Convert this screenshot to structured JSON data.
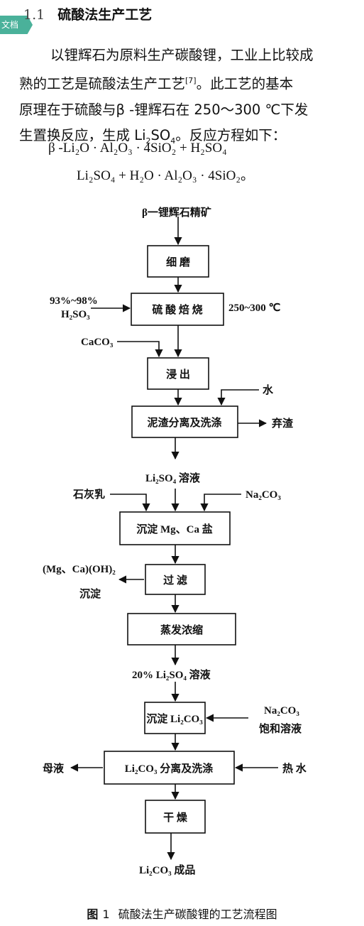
{
  "badge": "文档",
  "heading": {
    "number": "1.1",
    "title": "硫酸法生产工艺"
  },
  "paragraph": {
    "line1": "以锂辉石为原料生产碳酸锂，工业上比较成",
    "line2": "熟的工艺是硫酸法生产工艺",
    "ref": "[7]",
    "line2b": "。此工艺的基本",
    "line3": "原理在于硫酸与β -锂辉石在 250～300 ℃下发",
    "line4a": "生置换反应，生成 Li",
    "line4sub": "2",
    "line4b": "SO",
    "line4sub2": "4",
    "line4c": "。反应方程如下："
  },
  "equation": {
    "line1": "β -Li₂O · Al₂O₃ · 4SiO₂ + H₂SO₄",
    "line2": "Li₂SO₄ + H₂O · Al₂O₃ · 4SiO₂。"
  },
  "flow": {
    "start": "β一锂辉石精矿",
    "boxes": [
      "细 磨",
      "硫 酸 焙 烧",
      "浸 出",
      "泥渣分离及洗涤",
      "沉淀 Mg、Ca 盐",
      "过 滤",
      "蒸发浓缩",
      "沉淀 Li₂CO₃",
      "Li₂CO₃ 分离及洗涤",
      "干 燥"
    ],
    "acid_input": [
      "93%~98%",
      "H₂SO₃"
    ],
    "temperature": "250~300 ℃",
    "caco3": "CaCO₃",
    "water": "水",
    "waste": "弃渣",
    "li2so4_solution": "Li₂SO₄ 溶液",
    "lime_milk": "石灰乳",
    "na2co3": "Na₂CO₃",
    "precipitate": [
      "(Mg、Ca)(OH)₂",
      "沉淀"
    ],
    "concentrated": "20%  Li₂SO₄ 溶液",
    "na2co3_saturated": [
      "Na₂CO₃",
      "饱和溶液"
    ],
    "mother_liquor": "母液",
    "hot_water": "热 水",
    "product": "Li₂CO₃ 成品"
  },
  "caption": {
    "label": "图",
    "number": "1",
    "text": "硫酸法生产碳酸锂的工艺流程图"
  }
}
